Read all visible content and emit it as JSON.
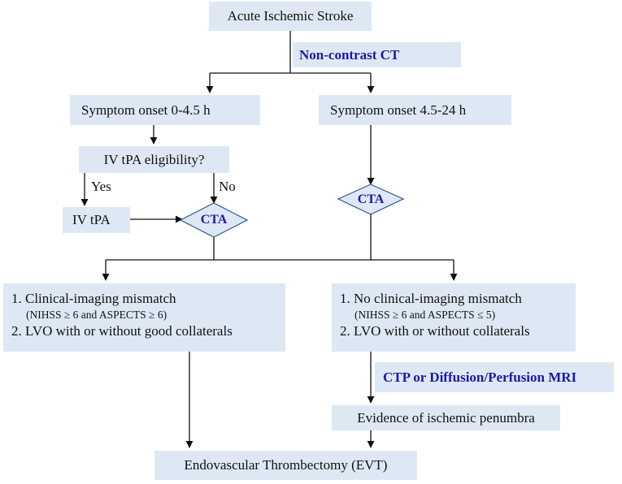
{
  "colors": {
    "box_fill": "#dde8f4",
    "accent_text": "#1a1aa8",
    "diamond_fill": "#dde8f4",
    "diamond_stroke": "#2e5a8c",
    "line": "#111111"
  },
  "nodes": {
    "start": "Acute Ischemic Stroke",
    "imaging_first": "Non-contrast CT",
    "early": "Symptom onset 0-4.5 h",
    "late": "Symptom onset 4.5-24 h",
    "eligibility": "IV tPA eligibility?",
    "tpa": "IV tPA",
    "cta_left": "CTA",
    "cta_right": "CTA",
    "mismatch": {
      "line1": "1. Clinical-imaging mismatch",
      "criteria": "(NIHSS ≥ 6 and ASPECTS ≥ 6)",
      "line2": "2. LVO with or without good collaterals"
    },
    "no_mismatch": {
      "line1": "1. No clinical-imaging mismatch",
      "criteria": "(NIHSS ≥ 6 and ASPECTS ≤ 5)",
      "line2": "2. LVO with or without collaterals"
    },
    "advanced_imaging": "CTP or Diffusion/Perfusion MRI",
    "penumbra": "Evidence of ischemic penumbra",
    "evt": "Endovascular Thrombectomy (EVT)"
  },
  "edge_labels": {
    "yes": "Yes",
    "no": "No"
  }
}
